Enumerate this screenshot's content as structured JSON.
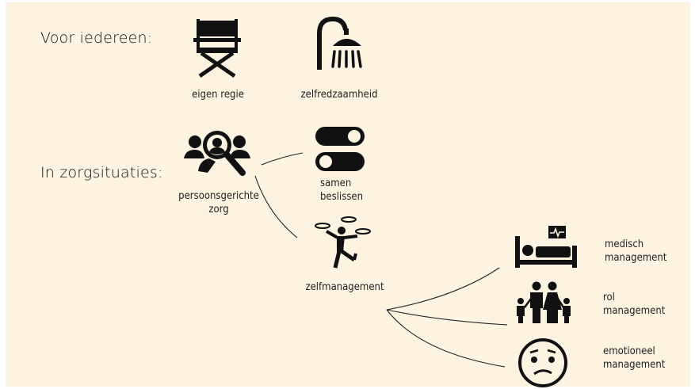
{
  "headings": {
    "everyone": "Voor iedereen:",
    "care": "In zorgsituaties:"
  },
  "labels": {
    "eigen_regie": "eigen regie",
    "zelfredzaamheid": "zelfredzaamheid",
    "persoonsgerichte_zorg": "persoonsgerichte\nzorg",
    "samen_beslissen": "samen\nbeslissen",
    "zelfmanagement": "zelfmanagement",
    "medisch": "medisch\nmanagement",
    "rol": "rol\nmanagement",
    "emotioneel": "emotioneel\nmanagement"
  },
  "icons": [
    "director-chair-icon",
    "shower-icon",
    "people-search-icon",
    "toggle-switch-icon",
    "juggler-icon",
    "hospital-bed-icon",
    "family-icon",
    "worried-face-icon"
  ],
  "colors": {
    "background": "#fcf3e0",
    "ink": "#111111"
  }
}
